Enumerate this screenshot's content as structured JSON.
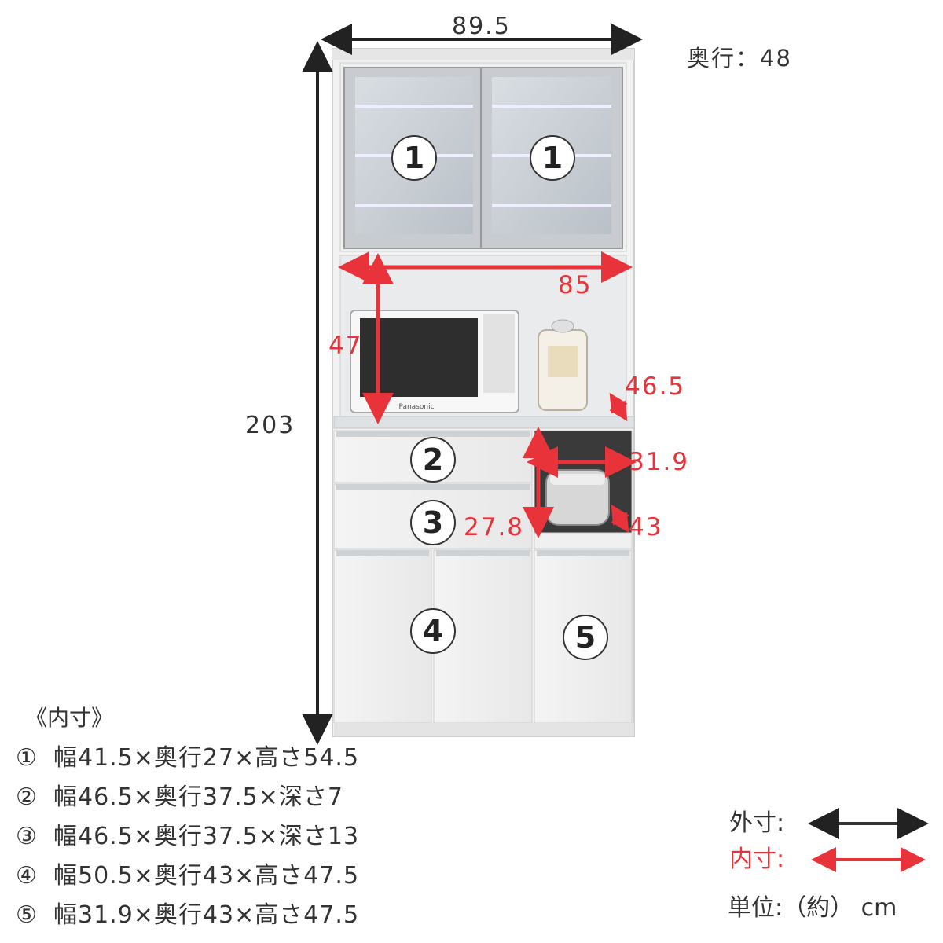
{
  "outer_dimensions": {
    "width": "89.5",
    "height": "203",
    "depth_label": "奥行：48"
  },
  "inner_dimensions": {
    "range_width": "85",
    "range_height": "47",
    "counter_depth": "46.5",
    "small_space_width": "31.9",
    "small_space_height": "27.8",
    "small_space_depth": "43"
  },
  "compartment_badges": [
    "1",
    "1",
    "2",
    "3",
    "4",
    "5"
  ],
  "specs": {
    "title": "《内寸》",
    "rows": [
      {
        "num": "①",
        "text": "幅41.5×奥行27×高さ54.5"
      },
      {
        "num": "②",
        "text": "幅46.5×奥行37.5×深さ7"
      },
      {
        "num": "③",
        "text": "幅46.5×奥行37.5×深さ13"
      },
      {
        "num": "④",
        "text": "幅50.5×奥行43×高さ47.5"
      },
      {
        "num": "⑤",
        "text": "幅31.9×奥行43×高さ47.5"
      }
    ]
  },
  "legend": {
    "outer_label": "外寸:",
    "inner_label": "内寸:",
    "unit": "単位:（約） cm",
    "outer_color": "#333333",
    "inner_color": "#e8333a"
  },
  "appliances": {
    "microwave_brand": "Panasonic"
  }
}
